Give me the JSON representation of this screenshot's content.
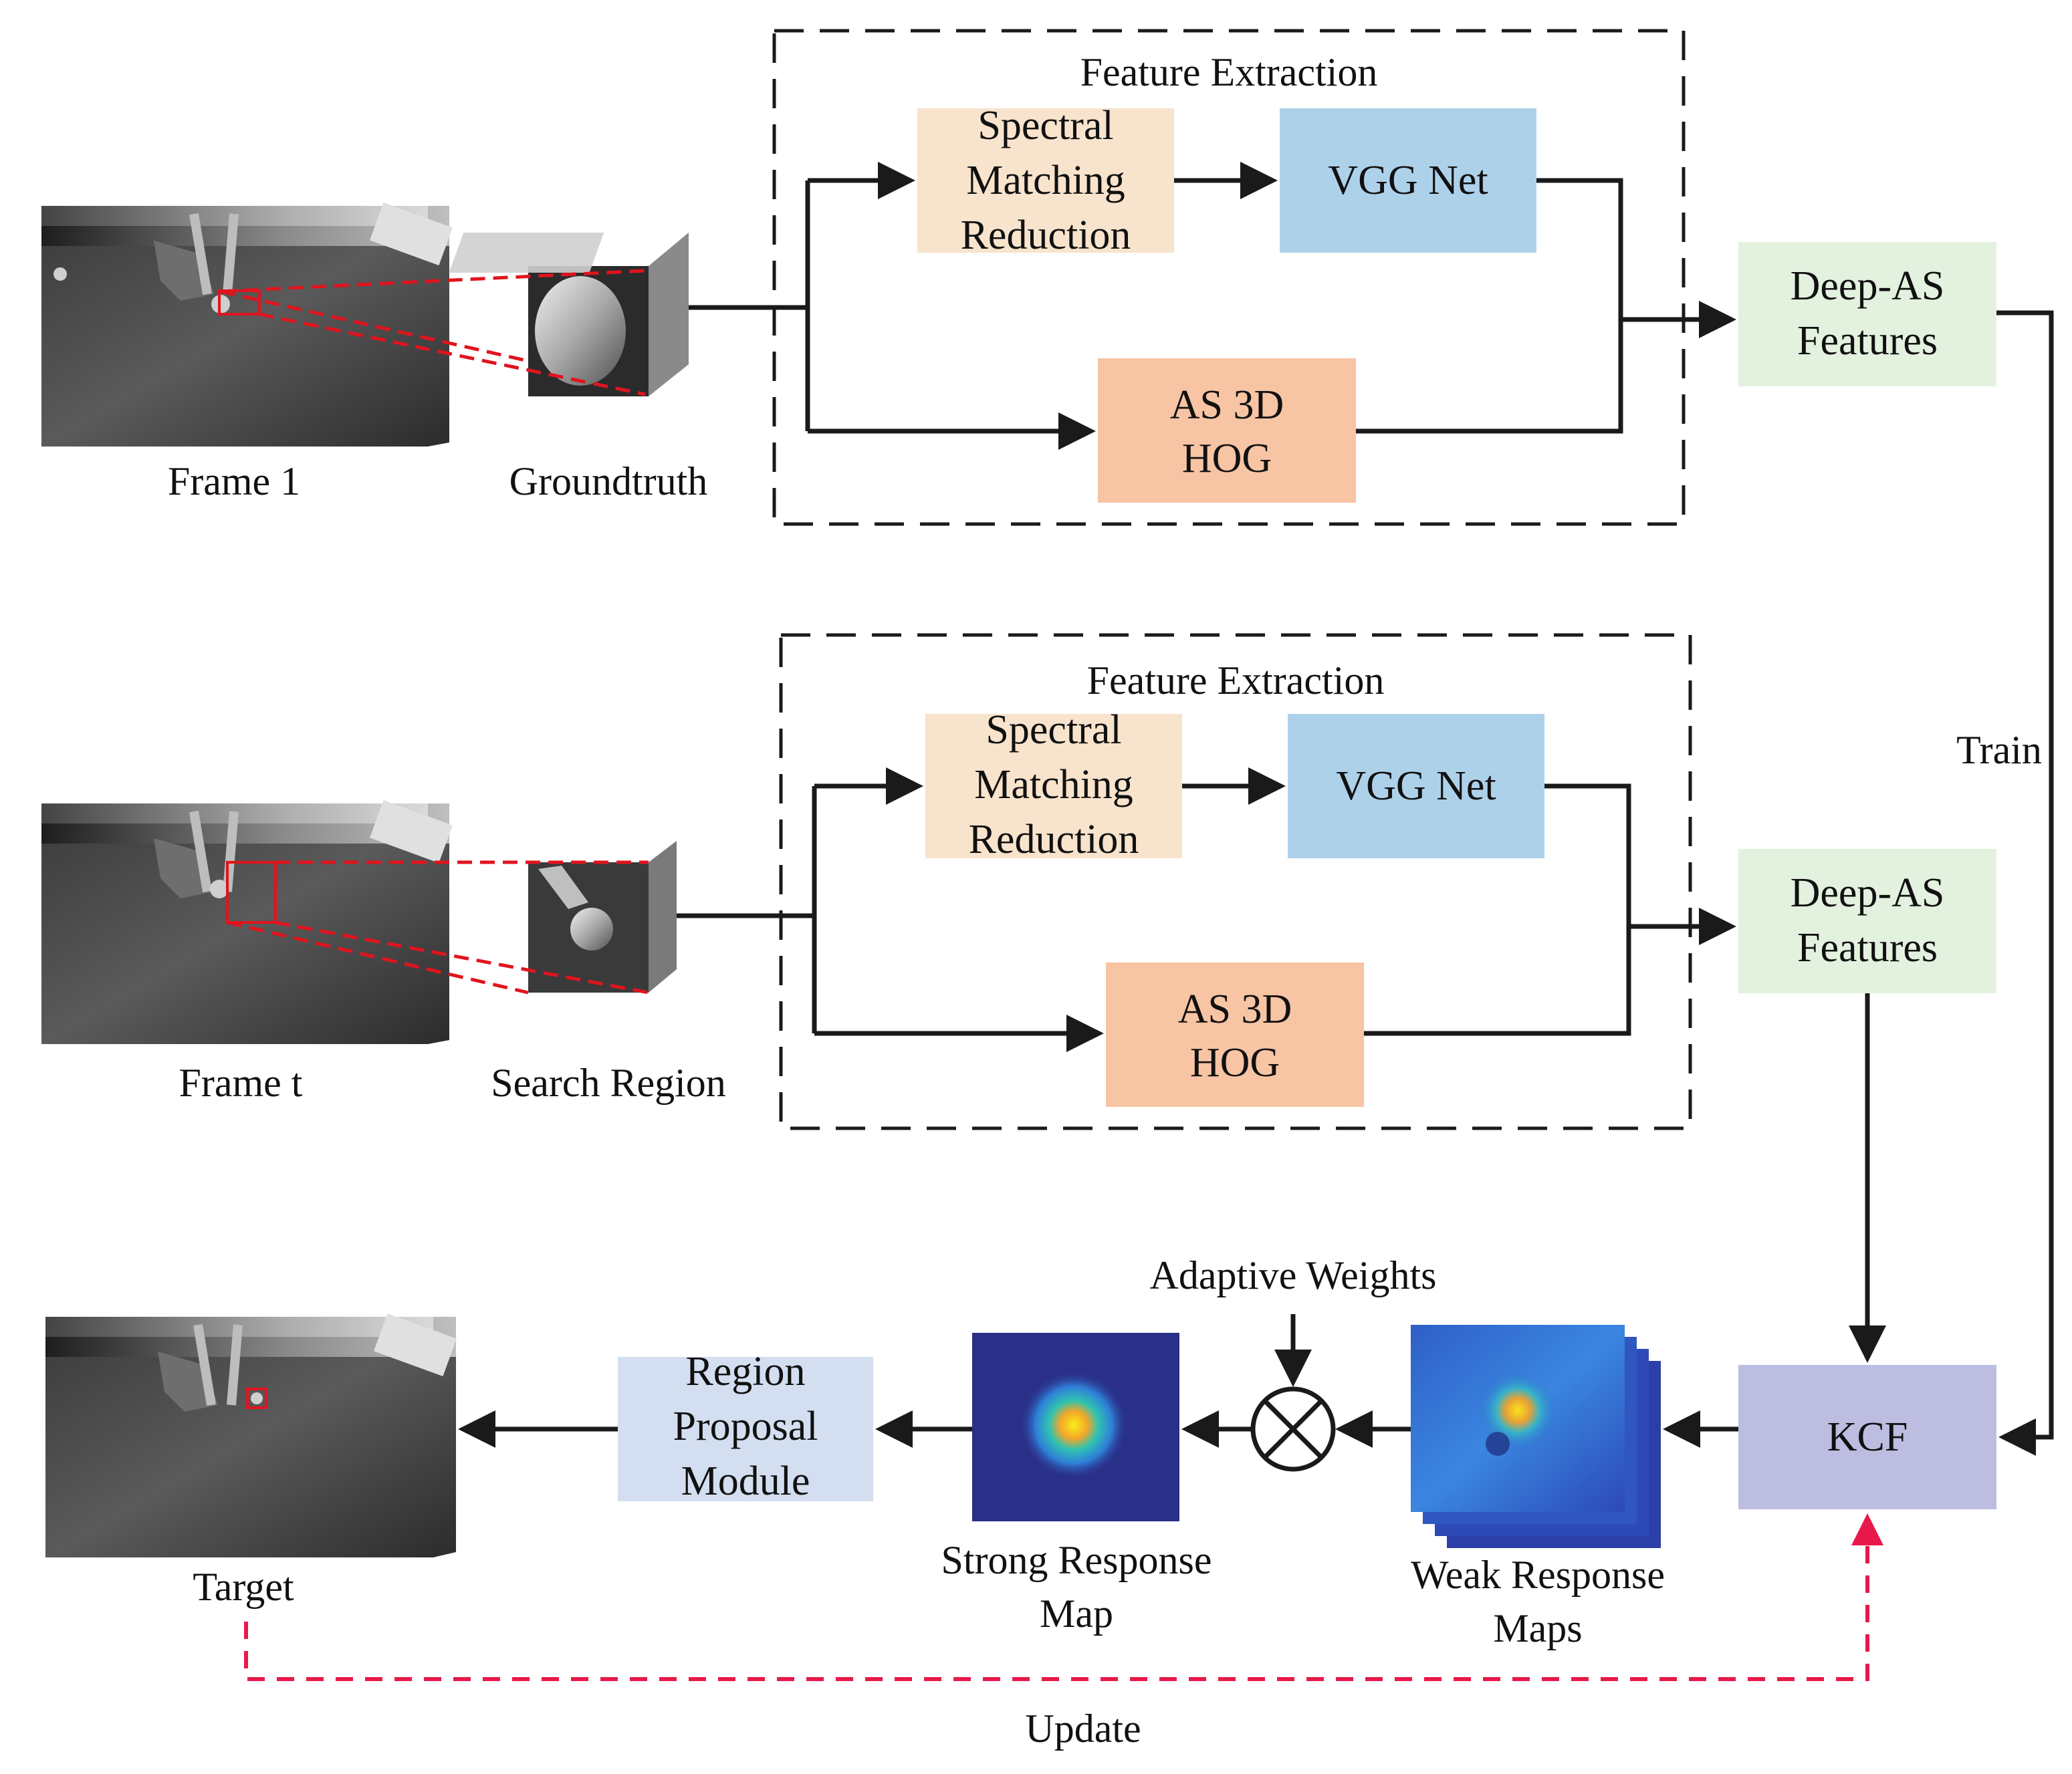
{
  "colors": {
    "spectral": "#f8e3cc",
    "vgg": "#aed1ea",
    "hog": "#f7c4a4",
    "deep": "#e3f1df",
    "kcf": "#bcbde0",
    "region": "#d3dff0",
    "update_arrow": "#e8194a",
    "heatmap_bg": "#2a2f87"
  },
  "top_row": {
    "frame_label": "Frame 1",
    "crop_label": "Groundtruth",
    "group_title": "Feature Extraction",
    "spectral_lines": [
      "Spectral",
      "Matching",
      "Reduction"
    ],
    "vgg": "VGG Net",
    "hog_lines": [
      "AS 3D",
      "HOG"
    ],
    "deep_lines": [
      "Deep-AS",
      "Features"
    ]
  },
  "mid_row": {
    "frame_label": "Frame t",
    "crop_label": "Search Region",
    "group_title": "Feature Extraction",
    "spectral_lines": [
      "Spectral",
      "Matching",
      "Reduction"
    ],
    "vgg": "VGG Net",
    "hog_lines": [
      "AS 3D",
      "HOG"
    ],
    "deep_lines": [
      "Deep-AS",
      "Features"
    ]
  },
  "right": {
    "train_label": "Train"
  },
  "bottom_row": {
    "kcf": "KCF",
    "weak_lines": [
      "Weak Response",
      "Maps"
    ],
    "adaptive_label": "Adaptive Weights",
    "strong_lines": [
      "Strong Response",
      "Map"
    ],
    "region_lines": [
      "Region",
      "Proposal",
      "Module"
    ],
    "target_label": "Target",
    "update_label": "Update"
  },
  "icons": {
    "multiply": "circled-times-icon",
    "frame_images": "grayscale-video-frame",
    "heatmaps": "response-heatmap"
  }
}
